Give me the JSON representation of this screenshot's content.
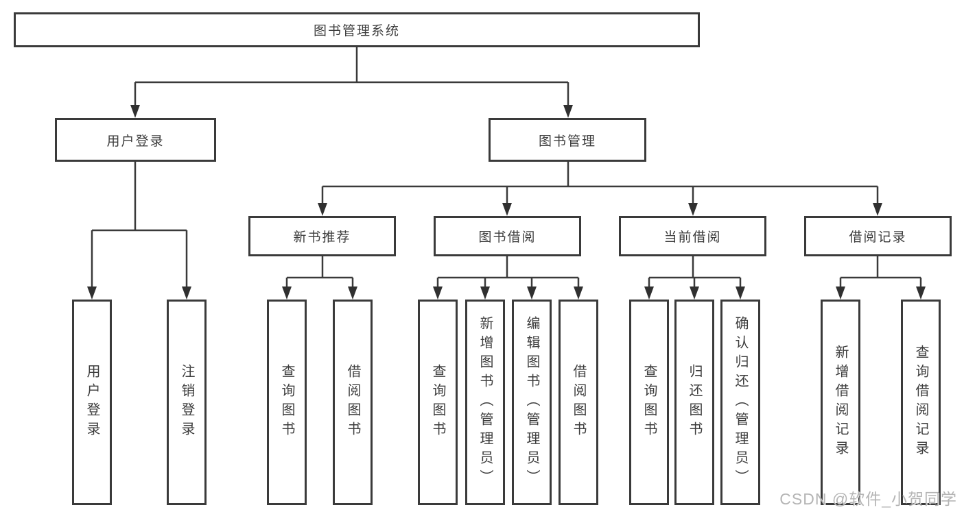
{
  "diagram": {
    "tree": {
      "root": {
        "label": "图书管理系统",
        "children": [
          {
            "label": "用户登录",
            "children": [
              {
                "label": "用户登录"
              },
              {
                "label": "注销登录"
              }
            ]
          },
          {
            "label": "图书管理",
            "children": [
              {
                "label": "新书推荐",
                "children": [
                  {
                    "label": "查询图书"
                  },
                  {
                    "label": "借阅图书"
                  }
                ]
              },
              {
                "label": "图书借阅",
                "children": [
                  {
                    "label": "查询图书"
                  },
                  {
                    "label": "新增图书（管理员）"
                  },
                  {
                    "label": "编辑图书（管理员）"
                  },
                  {
                    "label": "借阅图书"
                  }
                ]
              },
              {
                "label": "当前借阅",
                "children": [
                  {
                    "label": "查询图书"
                  },
                  {
                    "label": "归还图书"
                  },
                  {
                    "label": "确认归还（管理员）"
                  }
                ]
              },
              {
                "label": "借阅记录",
                "children": [
                  {
                    "label": "新增借阅记录"
                  },
                  {
                    "label": "查询借阅记录"
                  }
                ]
              }
            ]
          }
        ]
      }
    },
    "colors": {
      "line": "#3a3a3a",
      "box_border": "#3a3a3a",
      "text": "#3d3d3d",
      "background": "#ffffff",
      "watermark": "#b5b5b5"
    }
  },
  "watermark": {
    "text": "CSDN @软件_小贺同学"
  }
}
